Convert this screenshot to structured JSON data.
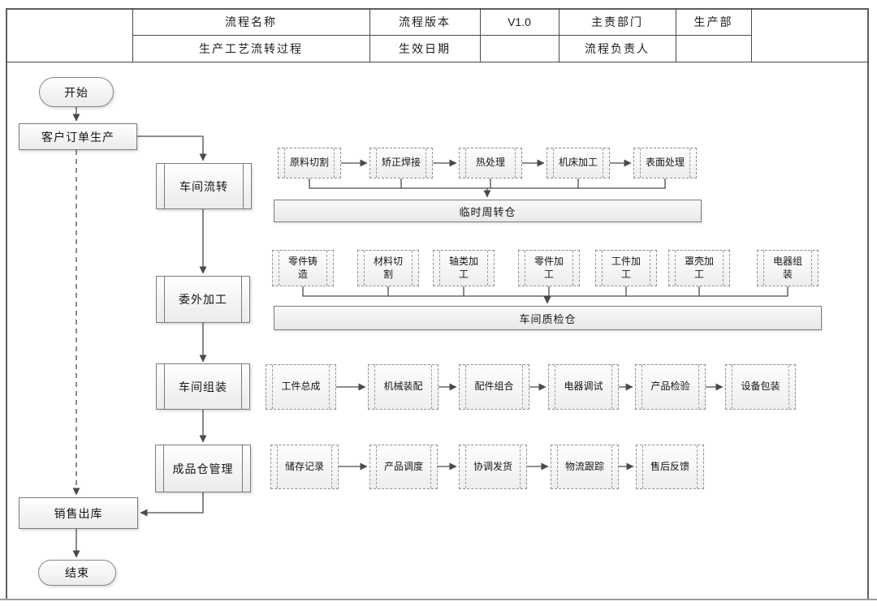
{
  "colors": {
    "frame_border": "#5f5f5f",
    "table_line": "#4a4a4a",
    "box_border": "#7b7b7b",
    "dashed_border": "#8f8f8f",
    "connector": "#4a4a4a",
    "box_fill_top": "#ffffff",
    "box_fill_bottom": "#ebebeb"
  },
  "header": {
    "process_name_label": "流程名称",
    "process_name_value": "生产工艺流转过程",
    "version_label": "流程版本",
    "version_value": "V1.0",
    "effective_date_label": "生效日期",
    "effective_date_value": "",
    "dept_label": "主责部门",
    "dept_value": "生产部",
    "owner_label": "流程负责人",
    "owner_value": ""
  },
  "nodes": {
    "start": "开始",
    "customer_order": "客户订单生产",
    "workshop_flow": "车间流转",
    "outsourcing": "委外加工",
    "workshop_assembly": "车间组装",
    "finished_warehouse": "成品仓管理",
    "sales_outbound": "销售出库",
    "end": "结束",
    "temp_warehouse": "临时周转仓",
    "qc_warehouse": "车间质检仓"
  },
  "row1": [
    "原料切割",
    "矫正焊接",
    "热处理",
    "机床加工",
    "表面处理"
  ],
  "row2": [
    "零件铸\n造",
    "材料切\n割",
    "轴类加\n工",
    "零件加\n工",
    "工件加\n工",
    "罩壳加\n工",
    "电器组\n装"
  ],
  "row3": [
    "工件总成",
    "机械装配",
    "配件组合",
    "电器调试",
    "产品检验",
    "设备包装"
  ],
  "row4": [
    "储存记录",
    "产品调度",
    "协调发货",
    "物流跟踪",
    "售后反馈"
  ]
}
